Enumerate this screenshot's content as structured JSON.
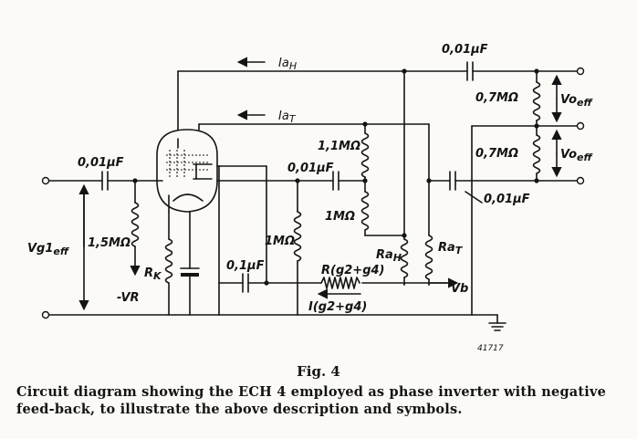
{
  "diagram": {
    "labels": {
      "ia_h": "Ia",
      "ia_h_sub": "H",
      "ia_t": "Ia",
      "ia_t_sub": "T",
      "cap_input": "0,01μF",
      "cap_grid_mid": "0,01μF",
      "cap_top": "0,01μF",
      "cap_right": "0,01μF",
      "cap_screen": "0,1μF",
      "r_grid_leak": "1,5MΩ",
      "r_cathode": "R",
      "r_cathode_sub": "K",
      "neg_vr": "-VR",
      "r_1m_left": "1MΩ",
      "r_1_1m": "1,1MΩ",
      "r_1m_mid": "1MΩ",
      "r_07m_top": "0,7MΩ",
      "r_07m_bot": "0,7MΩ",
      "ra_h": "Ra",
      "ra_h_sub": "H",
      "ra_t": "Ra",
      "ra_t_sub": "T",
      "r_screen": "R(g2+g4)",
      "i_screen": "I(g2+g4)",
      "vb": "Vb",
      "vg1": "Vg1",
      "vg1_sub": "eff",
      "vo_top": "Vo",
      "vo_top_sub": "eff",
      "vo_bot": "Vo",
      "vo_bot_sub": "eff",
      "ref_number": "41717"
    }
  },
  "figure": {
    "title": "Fig. 4",
    "caption": "Circuit diagram showing the ECH 4 employed as phase inverter with negative feed-back, to illustrate the above description and symbols."
  }
}
